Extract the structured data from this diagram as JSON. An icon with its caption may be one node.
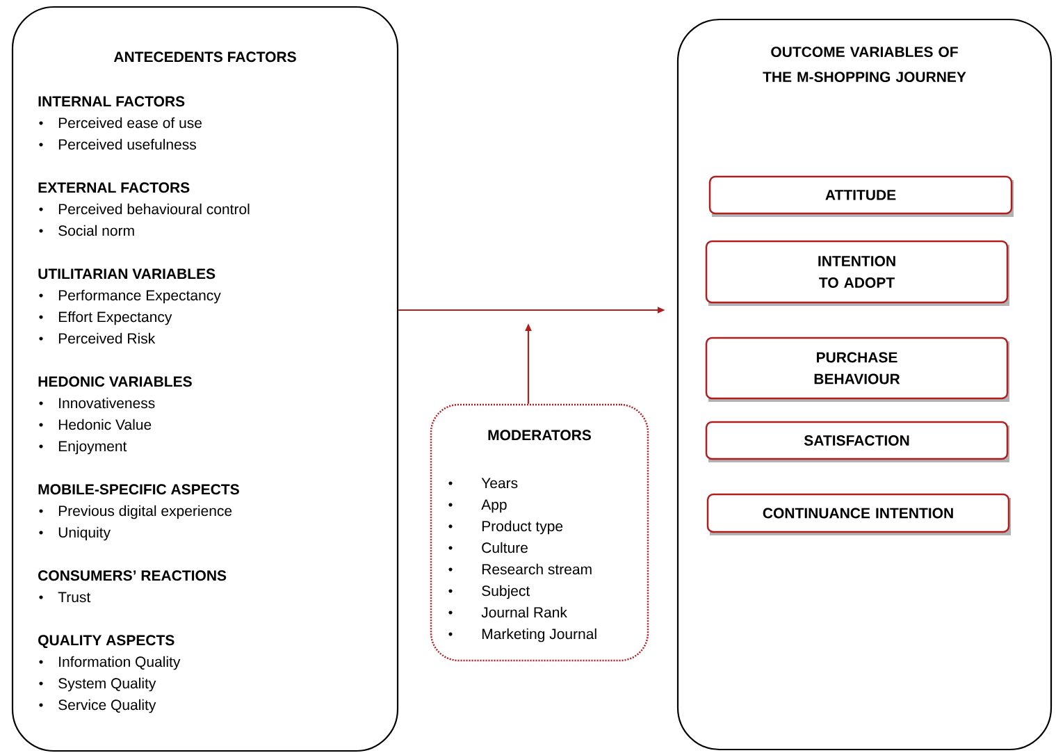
{
  "diagram": {
    "nodes": [
      {
        "text": [
          "ANTECEDENTS FACTORS",
          "INTERNAL FACTORS",
          "Perceived ease of use",
          "Perceived usefulness",
          "EXTERNAL FACTORS",
          "Perceived behavioural control",
          "Social norm",
          "UTILITARIAN VARIABLES",
          "Performance Expectancy",
          "Effort Expectancy",
          "Perceived Risk",
          "HEDONIC VARIABLES",
          "Innovativeness",
          "Hedonic Value",
          "Enjoyment",
          "MOBILE-SPECIFIC ASPECTS",
          "Previous digital experience",
          "Uniquity",
          "CONSUMERS’ REACTIONS",
          "Trust",
          "QUALITY ASPECTS",
          "Information Quality",
          "System Quality",
          "Service Quality"
        ]
      },
      {
        "text": [
          "MODERATORS",
          "Years",
          "App",
          "Product type",
          "Culture",
          "Research stream",
          "Subject",
          "Journal Rank",
          "Marketing Journal"
        ]
      },
      {
        "text": [
          "OUTCOME VARIABLES OF THE M-SHOPPING JOURNEY"
        ]
      },
      {
        "text": [
          "ATTITUDE"
        ],
        "in": 2
      },
      {
        "text": [
          "INTENTION TO ADOPT"
        ],
        "in": 2
      },
      {
        "text": [
          "PURCHASE BEHAVIOUR"
        ],
        "in": 2
      },
      {
        "text": [
          "SATISFACTION"
        ],
        "in": 2
      },
      {
        "text": [
          "CONTINUANCE INTENTION"
        ],
        "in": 2
      }
    ],
    "edges": [
      {
        "from": 0,
        "to": 2,
        "arrow": "to"
      },
      {
        "from": 1,
        "to": null,
        "arrow": "to"
      }
    ]
  }
}
